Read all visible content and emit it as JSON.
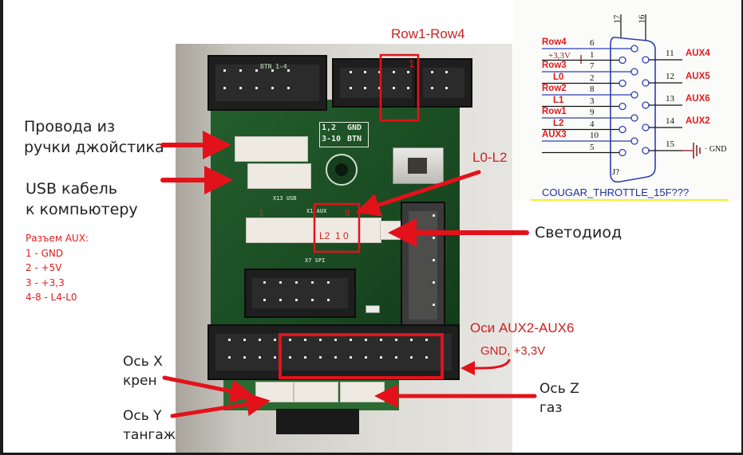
{
  "labels": {
    "joystick_wires": [
      "Провода из",
      "ручки джойстика"
    ],
    "usb_cable": [
      "USB кабель",
      "к компьютеру"
    ],
    "aux_connector": {
      "title": "Разъем AUX:",
      "lines": [
        "1 - GND",
        "2 - +5V",
        "3 - +3,3",
        "4-8 - L4-L0"
      ]
    },
    "row1_row4": "Row1-Row4",
    "l0_l2": "L0-L2",
    "led": "Светодиод",
    "axes_aux": "Оси AUX2-AUX6",
    "axes_aux_sub": "GND, +3,3V",
    "axis_x": [
      "Ось X",
      "крен"
    ],
    "axis_y": [
      "Ось Y",
      "тангаж"
    ],
    "axis_z": [
      "Ось Z",
      "газ"
    ]
  },
  "board": {
    "silkscreen": {
      "gnd_row": [
        "1,2",
        "GND"
      ],
      "btn_row": [
        "3-10",
        "BTN"
      ],
      "btn_header": "BTN 1-4",
      "aux_label": "X1 AUX",
      "usb_label": "X13  USB",
      "spi_label": "X7  SPI",
      "pin1": "1",
      "pin8": "8",
      "l_markers": "L2  1 0",
      "row_pin1": "1"
    }
  },
  "schematic": {
    "top_pins": [
      "17",
      "16"
    ],
    "left_pins": [
      {
        "num": "6",
        "name": "Row4"
      },
      {
        "num": "1",
        "name": "+3,3V"
      },
      {
        "num": "7",
        "name": "Row3"
      },
      {
        "num": "2",
        "name": "L0"
      },
      {
        "num": "8",
        "name": "Row2"
      },
      {
        "num": "3",
        "name": "L1"
      },
      {
        "num": "9",
        "name": "Row1"
      },
      {
        "num": "4",
        "name": "L2"
      },
      {
        "num": "10",
        "name": "AUX3"
      },
      {
        "num": "5",
        "name": ""
      }
    ],
    "right_pins": [
      {
        "num": "11",
        "name": "AUX4"
      },
      {
        "num": "12",
        "name": "AUX5"
      },
      {
        "num": "13",
        "name": "AUX6"
      },
      {
        "num": "14",
        "name": "AUX2"
      },
      {
        "num": "15",
        "name": "GND"
      }
    ],
    "designator": "J?",
    "caption": "COUGAR_THROTTLE_15F???",
    "colors": {
      "wire": "#2b3fb5",
      "label": "#e01b1b",
      "caption": "#1f2f9c",
      "underline": "#f2ee2e"
    }
  }
}
